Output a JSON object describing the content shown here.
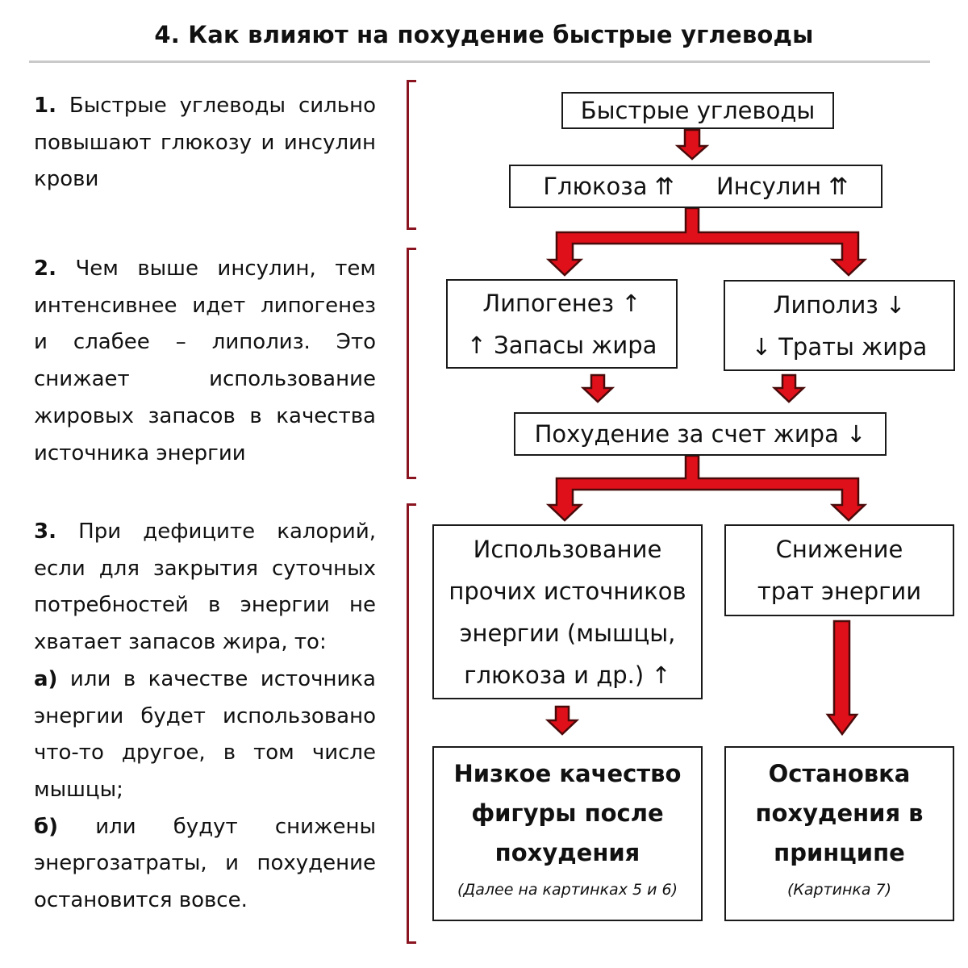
{
  "title": "4. Как влияют на похудение быстрые углеводы",
  "left_text": {
    "p1": {
      "num": "1.",
      "text": "Быстрые углеводы сильно повышают глюкозу и инсулин крови"
    },
    "p2": {
      "num": "2.",
      "text": "Чем выше инсулин, тем интенсивнее идет липогенез и слабее – липолиз. Это снижает использование жировых запасов в качества источника энергии"
    },
    "p3": {
      "num": "3.",
      "text": "При дефиците калорий, если для закрытия суточных потребностей в энергии не хватает запасов жира, то:",
      "a_label": "а)",
      "a_text": "или в качестве источника энергии будет использовано что-то другое, в том числе мышцы;",
      "b_label": "б)",
      "b_text": "или будут снижены энергозатраты, и похудение остановится вовсе."
    }
  },
  "flow": {
    "fast_carbs": "Быстрые углеводы",
    "glucose": "Глюкоза ⇈",
    "insulin": "Инсулин ⇈",
    "lipogenesis": "Липогенез ↑",
    "fat_stores": "↑ Запасы жира",
    "lipolysis": "Липолиз ↓",
    "fat_spend": "↓ Траты жира",
    "fat_loss": "Похудение за счет жира ↓",
    "other_sources": [
      "Использование",
      "прочих источников",
      "энергии (мышцы,",
      "глюкоза и др.) ↑"
    ],
    "energy_reduction": [
      "Снижение",
      "трат энергии"
    ],
    "low_quality": [
      "Низкое качество",
      "фигуры после",
      "похудения"
    ],
    "low_quality_note": "(Далее на картинках 5 и 6)",
    "stop_loss": [
      "Остановка",
      "похудения в",
      "принципе"
    ],
    "stop_loss_note": "(Картинка 7)"
  },
  "colors": {
    "arrow_fill": "#e0101a",
    "arrow_stroke": "#4a0a0a",
    "bracket": "#8a1420",
    "rule": "#c9c9c9"
  }
}
